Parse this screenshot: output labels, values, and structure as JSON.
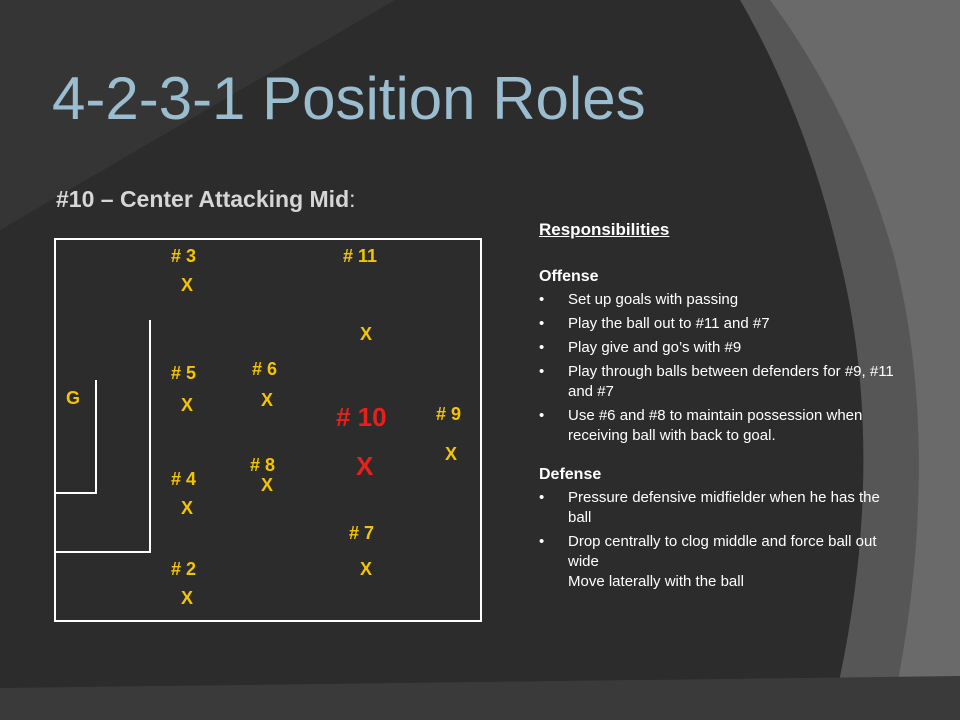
{
  "slide": {
    "title": "4-2-3-1 Position Roles",
    "subtitle": "#10 – Center Attacking Mid",
    "subtitle_suffix": ":"
  },
  "field": {
    "goalkeeper": "G",
    "players": {
      "p3": {
        "label": "# 3",
        "mark": "X"
      },
      "p11": {
        "label": "# 11",
        "mark": "X"
      },
      "p5": {
        "label": "# 5",
        "mark": "X"
      },
      "p6": {
        "label": "# 6",
        "mark": "X"
      },
      "p10": {
        "label": "# 10",
        "mark": "X"
      },
      "p9": {
        "label": "# 9",
        "mark": "X"
      },
      "p4": {
        "label": "# 4",
        "mark": "X"
      },
      "p8": {
        "label": "# 8",
        "mark": "X"
      },
      "p7": {
        "label": "# 7",
        "mark": "X"
      },
      "p2": {
        "label": "# 2",
        "mark": "X"
      }
    }
  },
  "responsibilities": {
    "heading": "Responsibilities",
    "offense": {
      "heading": "Offense",
      "items": [
        "Set up goals with passing",
        "Play the ball out to #11 and #7",
        "Play give and go’s with #9",
        "Play through balls between defenders for #9, #11 and #7",
        "Use #6 and #8 to maintain possession when receiving ball with back to goal."
      ]
    },
    "defense": {
      "heading": "Defense",
      "items": [
        "Pressure defensive midfielder when he has the ball",
        "Drop centrally to clog middle and force ball out wide",
        "Move laterally with the ball"
      ]
    }
  },
  "colors": {
    "background": "#2c2c2c",
    "title": "#9bbdd0",
    "player_labels": "#f5c400",
    "highlight_player": "#e8201c",
    "field_lines": "#ffffff"
  }
}
